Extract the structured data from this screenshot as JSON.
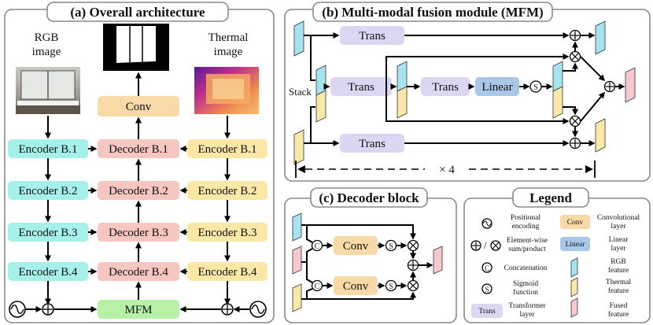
{
  "panels": {
    "a_title": "(a) Overall architecture",
    "b_title": "(b) Multi-modal fusion module (MFM)",
    "c_title": "(c) Decoder block",
    "legend_title": "Legend"
  },
  "arch": {
    "rgb_label_1": "RGB",
    "rgb_label_2": "image",
    "thermal_label_1": "Thermal",
    "thermal_label_2": "image",
    "conv": "Conv",
    "mfm": "MFM",
    "encoders": [
      "Encoder B.1",
      "Encoder B.2",
      "Encoder B.3",
      "Encoder B.4"
    ],
    "decoders": [
      "Decoder B.1",
      "Decoder B.2",
      "Decoder B.3",
      "Decoder B.4"
    ]
  },
  "mfm": {
    "trans": "Trans",
    "linear": "Linear",
    "stack": "Stack",
    "repeat": "× 4"
  },
  "decoder": {
    "conv": "Conv"
  },
  "legend": {
    "positional_1": "Positional",
    "positional_2": "encoding",
    "elementwise_1": "Element-wise",
    "elementwise_2": "sum/product",
    "concat": "Concatenation",
    "sigmoid_1": "Sigmoid",
    "sigmoid_2": "function",
    "trans_chip": "Trans",
    "transformer_1": "Transformer",
    "transformer_2": "layer",
    "conv_chip": "Conv",
    "conv_1": "Convolutional",
    "conv_2": "layer",
    "linear_chip": "Linear",
    "linear_1": "Linear",
    "linear_2": "layer",
    "rgb_1": "RGB",
    "rgb_2": "feature",
    "thermal_1": "Thermal",
    "thermal_2": "feature",
    "fused_1": "Fused",
    "fused_2": "feature",
    "slash": "/"
  },
  "colors": {
    "encoder_rgb": "#a6f0ea",
    "decoder": "#f7c6c0",
    "encoder_thermal": "#fbe7a6",
    "conv": "#fad9a8",
    "mfm": "#b8f0a8",
    "trans": "#dcd6f2",
    "linear": "#a9c8e8",
    "rgb_feature": "#a6e3ee",
    "thermal_feature": "#f9e8a8",
    "fused_feature": "#f6c8cf"
  }
}
